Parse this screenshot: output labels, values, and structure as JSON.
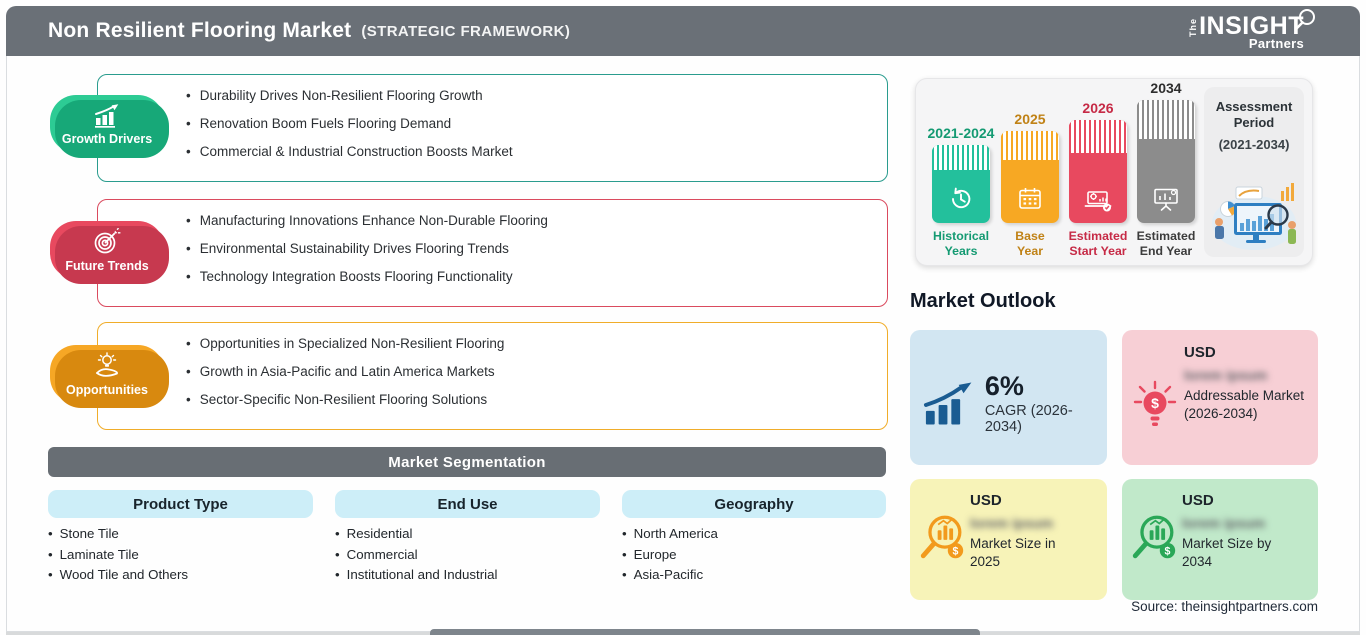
{
  "header": {
    "title": "Non Resilient Flooring Market",
    "subtitle": "(STRATEGIC FRAMEWORK)",
    "logo": {
      "the": "The",
      "insight": "INSIGHT",
      "partners": "Partners"
    }
  },
  "panels": [
    {
      "label": "Growth Drivers",
      "accent": "#2dcb94",
      "border": "#2a9c8e",
      "items": [
        "Durability Drives Non-Resilient Flooring Growth",
        "Renovation Boom Fuels Flooring Demand",
        "Commercial & Industrial Construction Boosts Market"
      ]
    },
    {
      "label": "Future Trends",
      "accent": "#e8495f",
      "border": "#da4a5e",
      "items": [
        "Manufacturing Innovations Enhance Non-Durable Flooring",
        "Environmental Sustainability Drives Flooring Trends",
        "Technology Integration Boosts Flooring Functionality"
      ]
    },
    {
      "label": "Opportunities",
      "accent": "#f6a725",
      "border": "#f0ad2a",
      "items": [
        "Opportunities in Specialized Non-Resilient Flooring",
        "Growth in Asia-Pacific and Latin America Markets",
        "Sector-Specific Non-Resilient Flooring Solutions"
      ]
    }
  ],
  "segmentation": {
    "title": "Market Segmentation",
    "columns": [
      {
        "header": "Product Type",
        "items": [
          "Stone Tile",
          "Laminate Tile",
          "Wood Tile and Others"
        ]
      },
      {
        "header": "End Use",
        "items": [
          "Residential",
          "Commercial",
          "Institutional and Industrial"
        ]
      },
      {
        "header": "Geography",
        "items": [
          "North America",
          "Europe",
          "Asia-Pacific"
        ]
      }
    ]
  },
  "timeline": {
    "bars": [
      {
        "year": "2021-2024",
        "label1": "Historical",
        "label2": "Years",
        "color": "#23c09c"
      },
      {
        "year": "2025",
        "label1": "Base",
        "label2": "Year",
        "color": "#f7a823"
      },
      {
        "year": "2026",
        "label1": "Estimated",
        "label2": "Start Year",
        "color": "#e8495f"
      },
      {
        "year": "2034",
        "label1": "Estimated",
        "label2": "End Year",
        "color": "#8c8c8c"
      }
    ],
    "assessment": {
      "line1": "Assessment",
      "line2": "Period",
      "period": "(2021-2034)"
    }
  },
  "outlook": {
    "title": "Market Outlook",
    "cards": [
      {
        "value": "6%",
        "label": "CAGR (2026-2034)",
        "bg": "#d2e6f2"
      },
      {
        "currency": "USD",
        "masked": "lorem ipsum",
        "label": "Addressable Market (2026-2034)",
        "bg": "#f7cfd5"
      },
      {
        "currency": "USD",
        "masked": "lorem ipsum",
        "label": "Market Size in 2025",
        "bg": "#f7f3b8"
      },
      {
        "currency": "USD",
        "masked": "lorem ipsum",
        "label": "Market Size by 2034",
        "bg": "#c1e9ca"
      }
    ]
  },
  "source": "Source: theinsightpartners.com"
}
